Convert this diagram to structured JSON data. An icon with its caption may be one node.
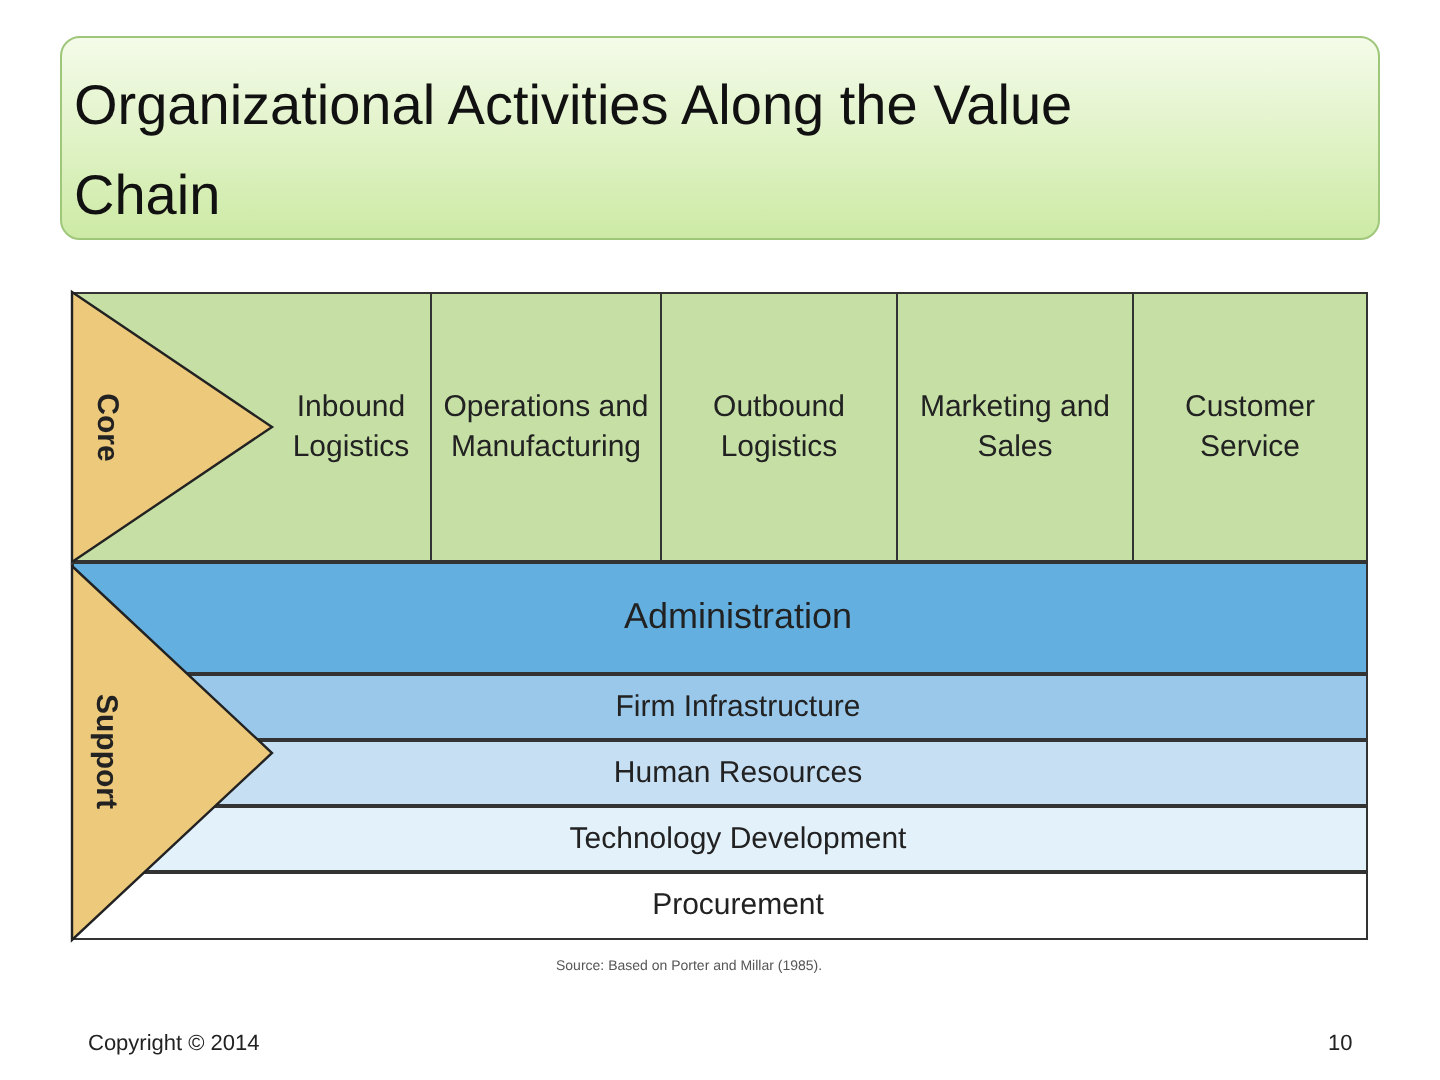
{
  "diagram": {
    "title": "Organizational Activities Along the Value Chain",
    "nodes": [
      {
        "text": [
          "Core"
        ]
      },
      {
        "text": [
          "Inbound Logistics"
        ]
      },
      {
        "text": [
          "Operations and Manufacturing"
        ]
      },
      {
        "text": [
          "Outbound Logistics"
        ]
      },
      {
        "text": [
          "Marketing and Sales"
        ]
      },
      {
        "text": [
          "Customer Service"
        ]
      },
      {
        "text": [
          "Support"
        ]
      },
      {
        "text": [
          "Administration"
        ]
      },
      {
        "text": [
          "Firm Infrastructure"
        ]
      },
      {
        "text": [
          "Human Resources"
        ]
      },
      {
        "text": [
          "Technology Development"
        ]
      },
      {
        "text": [
          "Procurement"
        ]
      }
    ],
    "labels": [
      "Source: Based on Porter and Millar (1985).",
      "Copyright © 2014",
      "10"
    ]
  }
}
